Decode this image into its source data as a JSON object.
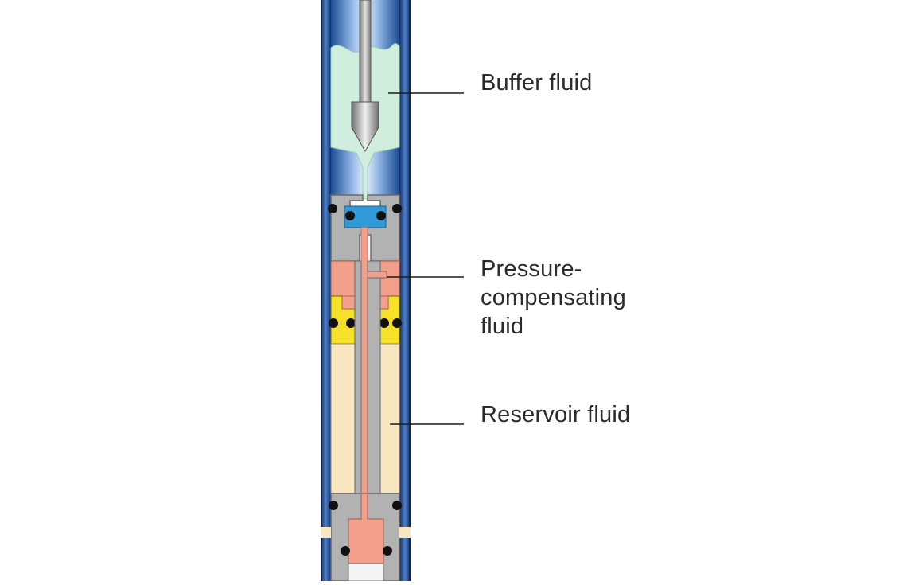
{
  "labels": {
    "buffer": "Buffer fluid",
    "pressure": [
      "Pressure-",
      "compensating",
      "fluid"
    ],
    "reservoir": "Reservoir fluid"
  },
  "colors": {
    "casing_blue": "#1f4f99",
    "casing_dark": "#0e2f6b",
    "casing_light": "#6f9ad6",
    "buffer_green": "#cfeedd",
    "gray_body": "#b2b2b2",
    "salmon": "#f2a08c",
    "cream": "#f8e6c0",
    "yellow": "#f5e228",
    "piston_blue": "#2f9ad8",
    "leader_line": "#1a1a1a"
  }
}
